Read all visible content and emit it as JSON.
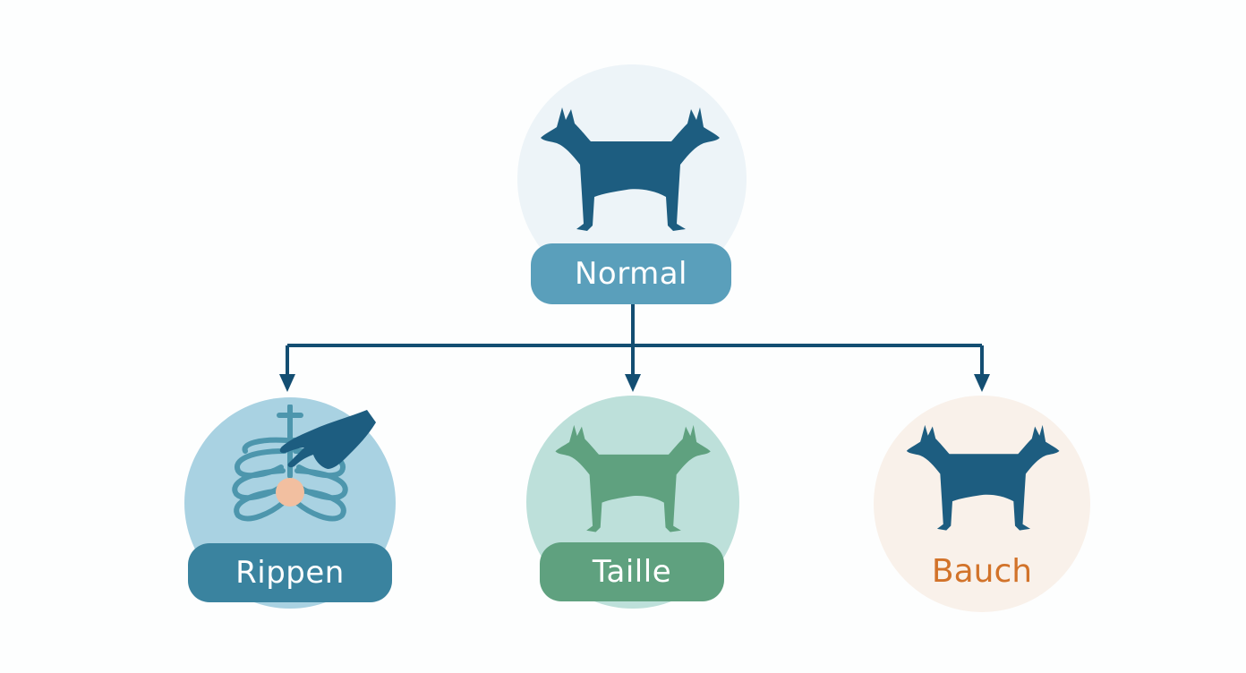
{
  "diagram": {
    "root": {
      "label": "Normal",
      "icon": "dog-silhouette-icon",
      "circle_color": "#edf4f8",
      "pill_color": "#5a9fbb",
      "icon_color": "#1d5d80"
    },
    "children": [
      {
        "label": "Rippen",
        "icon": "ribcage-hand-icon",
        "circle_color": "#a9d2e2",
        "pill_color": "#3a839f",
        "icon_color": "#4d96ad"
      },
      {
        "label": "Taille",
        "icon": "dog-silhouette-icon",
        "circle_color": "#bde0da",
        "pill_color": "#5fa17f",
        "icon_color": "#5fa17f"
      },
      {
        "label": "Bauch",
        "icon": "dog-silhouette-icon",
        "circle_color": "#f9f1ea",
        "label_color": "#d2732a",
        "icon_color": "#1d5d80"
      }
    ],
    "connector_color": "#134e72"
  }
}
